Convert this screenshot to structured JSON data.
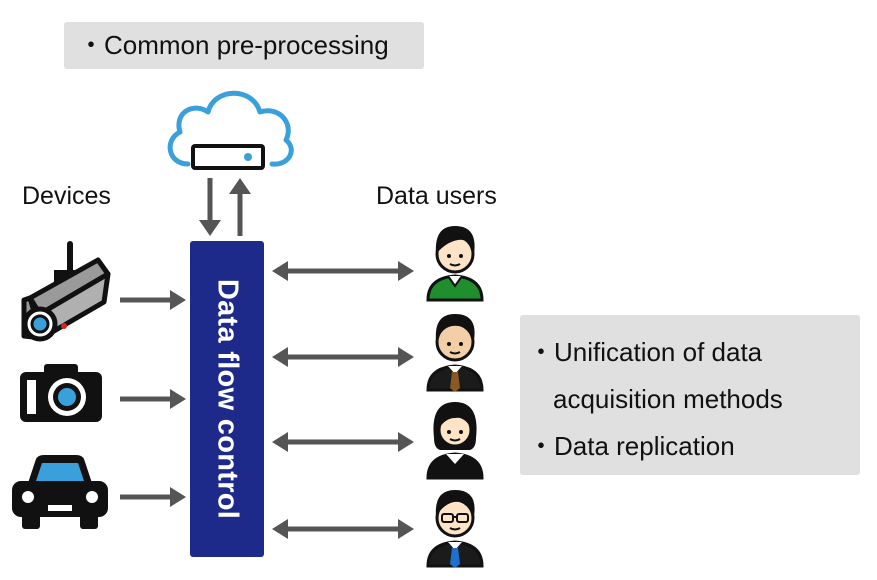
{
  "preprocessing": {
    "item": "・Common pre-processing"
  },
  "labels": {
    "devices": "Devices",
    "data_users": "Data users"
  },
  "flow_control": {
    "label": "Data flow control"
  },
  "features": [
    "・Unification of data",
    "acquisition methods",
    "・Data replication"
  ],
  "devices": [
    {
      "icon": "security-camera-icon"
    },
    {
      "icon": "camera-icon"
    },
    {
      "icon": "car-icon"
    }
  ],
  "users": [
    {
      "icon": "user-green-shirt-icon"
    },
    {
      "icon": "user-brown-tie-icon"
    },
    {
      "icon": "user-woman-icon"
    },
    {
      "icon": "user-glasses-blue-tie-icon"
    }
  ],
  "colors": {
    "flow_bar": "#1e2a8a",
    "arrow": "#555555",
    "cloud": "#3aa0dc",
    "box_bg": "#e0e0e0",
    "green_shirt": "#1f8f2e",
    "blue_tie": "#1f6fd0",
    "brown_tie": "#8a5a22"
  }
}
